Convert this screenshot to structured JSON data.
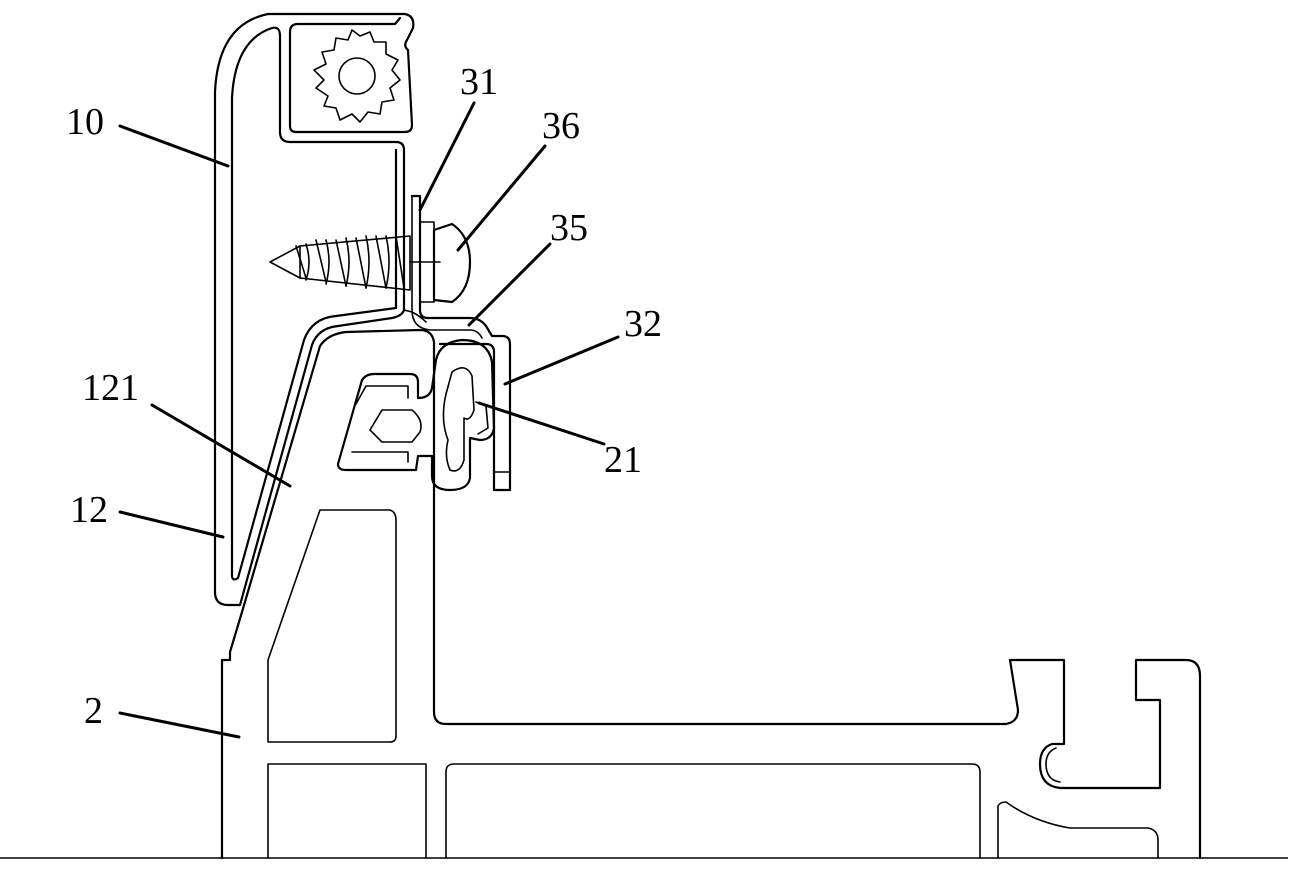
{
  "figure": {
    "labels": {
      "l10": "10",
      "l31": "31",
      "l36": "36",
      "l35": "35",
      "l32": "32",
      "l121": "121",
      "l21": "21",
      "l12": "12",
      "l2": "2"
    }
  }
}
